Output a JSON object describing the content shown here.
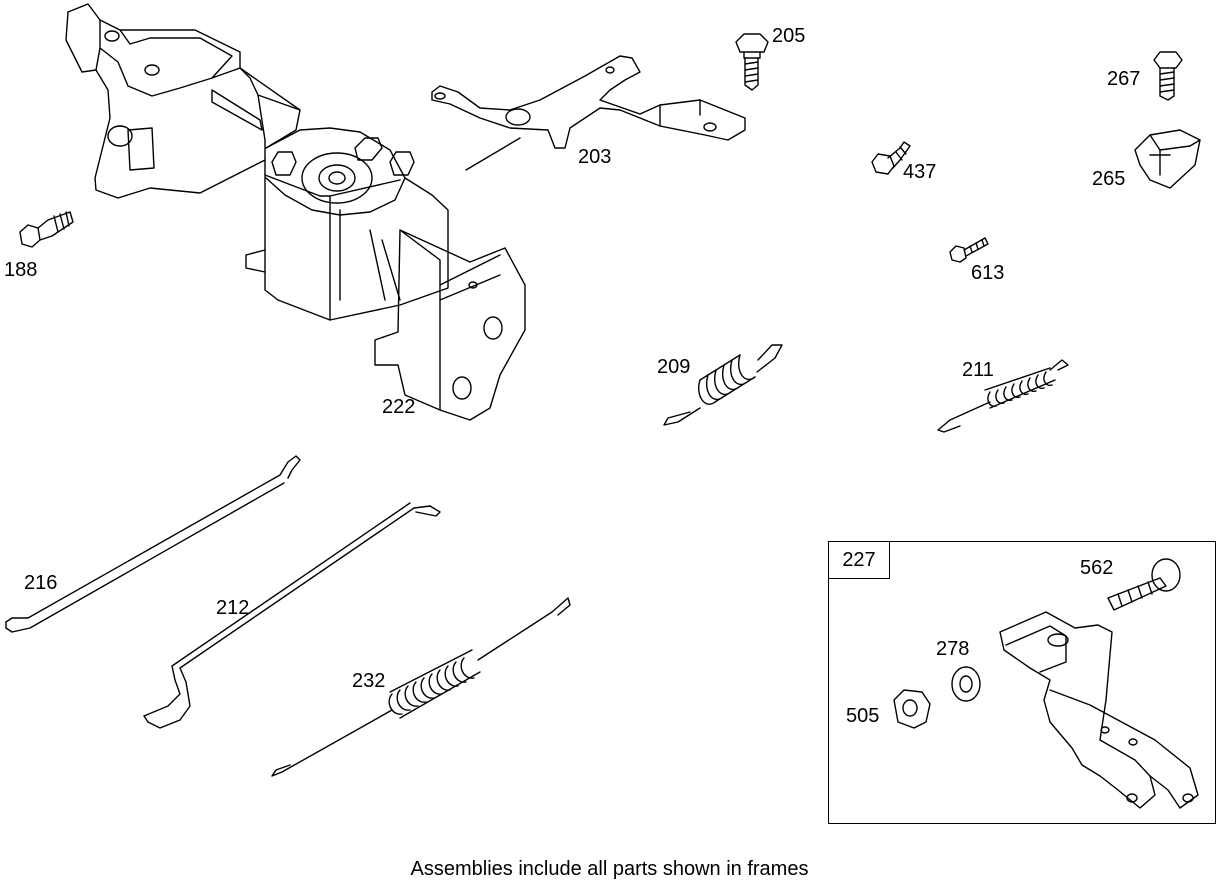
{
  "diagram": {
    "caption": "Assemblies include all parts shown in frames",
    "frame": {
      "label": "227"
    },
    "parts": [
      {
        "id": "p188",
        "label": "188"
      },
      {
        "id": "p205",
        "label": "205"
      },
      {
        "id": "p203",
        "label": "203"
      },
      {
        "id": "p267",
        "label": "267"
      },
      {
        "id": "p437",
        "label": "437"
      },
      {
        "id": "p265",
        "label": "265"
      },
      {
        "id": "p613",
        "label": "613"
      },
      {
        "id": "p209",
        "label": "209"
      },
      {
        "id": "p211",
        "label": "211"
      },
      {
        "id": "p222",
        "label": "222"
      },
      {
        "id": "p216",
        "label": "216"
      },
      {
        "id": "p212",
        "label": "212"
      },
      {
        "id": "p232",
        "label": "232"
      },
      {
        "id": "p562",
        "label": "562"
      },
      {
        "id": "p278",
        "label": "278"
      },
      {
        "id": "p505",
        "label": "505"
      }
    ]
  }
}
